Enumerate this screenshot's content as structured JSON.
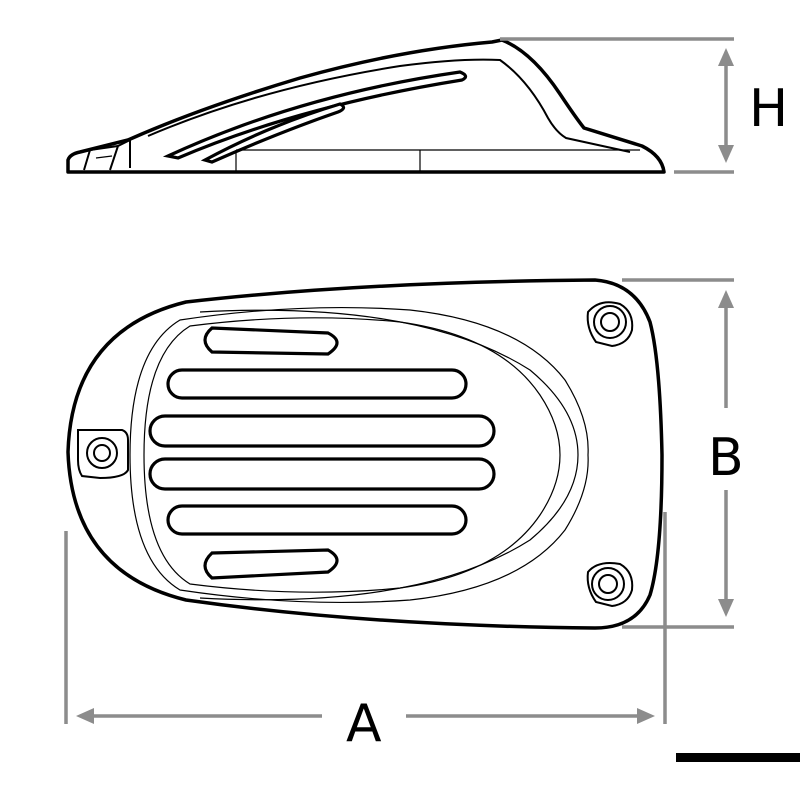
{
  "dimensions": {
    "length_label": "A",
    "width_label": "B",
    "height_label": "H"
  },
  "colors": {
    "line": "#000000",
    "dimension_line": "#8c8c8c",
    "background": "#ffffff"
  }
}
